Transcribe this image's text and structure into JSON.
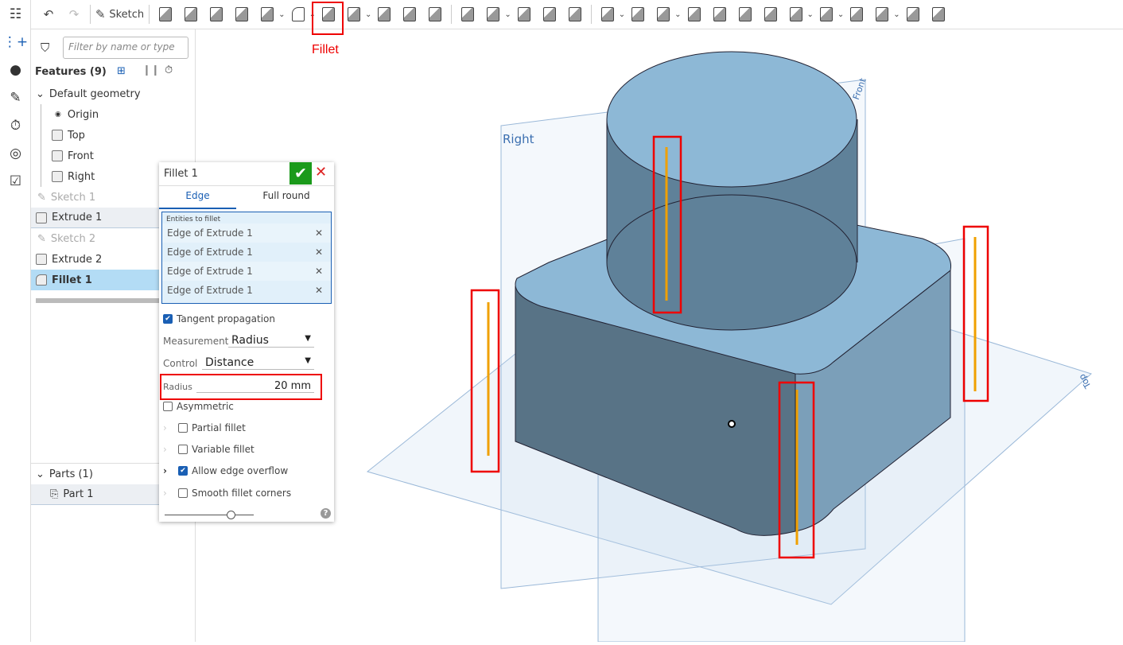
{
  "rail": {
    "icons": [
      "feature-tree-icon",
      "add-point-icon",
      "comment-icon",
      "notes-icon",
      "timer-icon",
      "analysis-icon",
      "checklist-icon"
    ]
  },
  "toolbar": {
    "sketch_label": "Sketch",
    "annotation": "Fillet",
    "icons": [
      "extrude",
      "revolve",
      "sweep",
      "loft",
      "thicken",
      "fillet",
      "chamfer",
      "draft",
      "rib",
      "shell",
      "hole",
      "thread",
      "pattern",
      "mirror",
      "boolean",
      "split",
      "transform",
      "delete-part",
      "modify-fillet",
      "delete-face",
      "move-face",
      "replace-face",
      "plane",
      "mate-connector",
      "helix",
      "measure",
      "variable",
      "part-studio",
      "tag"
    ]
  },
  "panel": {
    "filter_placeholder": "Filter by name or type",
    "features_title": "Features (9)",
    "default_geometry": "Default geometry",
    "items": [
      {
        "label": "Origin"
      },
      {
        "label": "Top"
      },
      {
        "label": "Front"
      },
      {
        "label": "Right"
      },
      {
        "label": "Sketch 1"
      },
      {
        "label": "Extrude 1"
      },
      {
        "label": "Sketch 2"
      },
      {
        "label": "Extrude 2"
      },
      {
        "label": "Fillet 1"
      }
    ],
    "parts_title": "Parts (1)",
    "parts": [
      {
        "label": "Part 1"
      }
    ]
  },
  "dialog": {
    "title": "Fillet 1",
    "tabs": [
      "Edge",
      "Full round"
    ],
    "entities_label": "Entities to fillet",
    "entities": [
      "Edge of Extrude 1",
      "Edge of Extrude 1",
      "Edge of Extrude 1",
      "Edge of Extrude 1"
    ],
    "tangent": "Tangent propagation",
    "measurement_label": "Measurement",
    "measurement_value": "Radius",
    "control_label": "Control",
    "control_value": "Distance",
    "radius_label": "Radius",
    "radius_value": "20 mm",
    "asymmetric": "Asymmetric",
    "partial": "Partial fillet",
    "variable": "Variable fillet",
    "overflow": "Allow edge overflow",
    "smooth": "Smooth fillet corners",
    "help": "?",
    "slider_value": 0.75
  },
  "viewport": {
    "planes": {
      "right": "Right",
      "front": "Front",
      "top": "Top"
    }
  },
  "colors": {
    "accent": "#1a5fb4",
    "highlight": "#e00000",
    "edge": "#f0a000",
    "confirm": "#1b9a1b"
  }
}
